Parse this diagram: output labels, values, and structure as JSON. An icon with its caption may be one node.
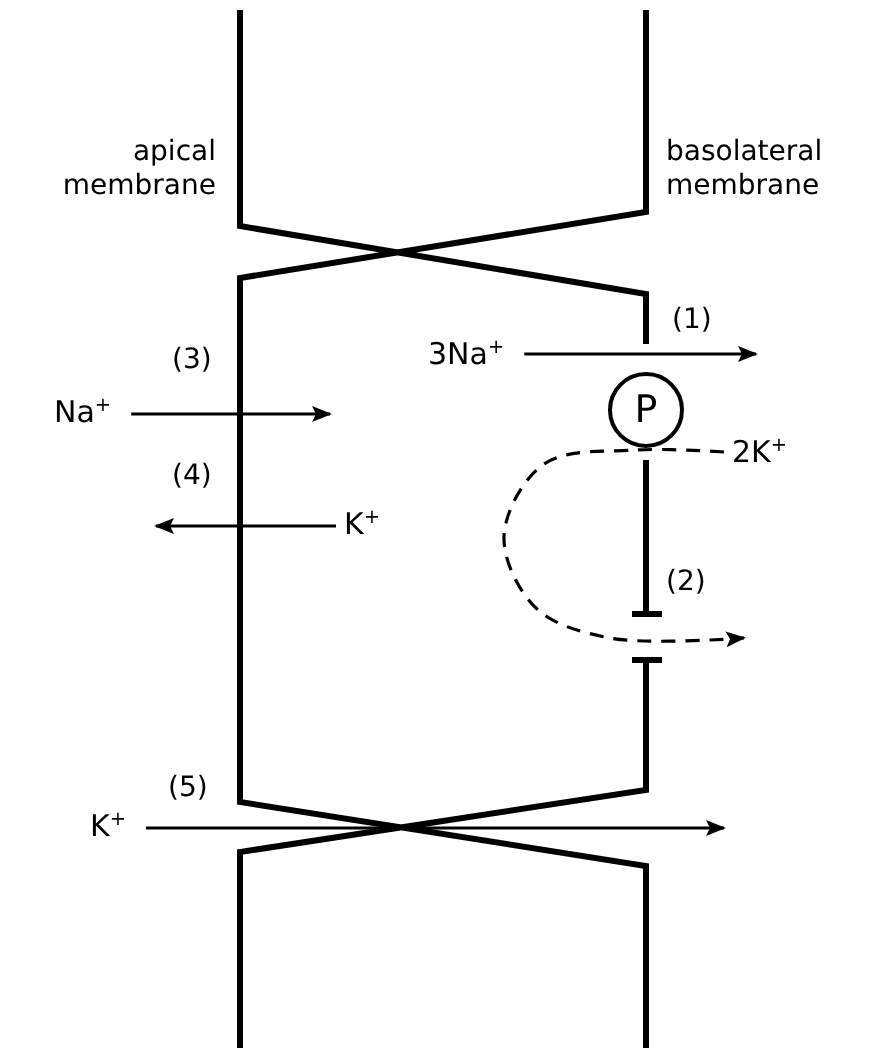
{
  "diagram": {
    "nodes": [
      {
        "text": [
          "3Na$^{+}$"
        ]
      },
      {
        "text": [
          "P"
        ]
      },
      {
        "text": [
          "Na$^{+}$"
        ]
      },
      {
        "text": [
          "2K$^{+}$"
        ]
      },
      {
        "text": [
          "K$^{+}$"
        ]
      },
      {
        "text": [
          "K$^{+}$"
        ]
      }
    ],
    "edges": [
      {
        "from": 0,
        "to": null,
        "arrow": "to"
      },
      {
        "from": 2,
        "to": null,
        "arrow": "to"
      },
      {
        "from": 4,
        "to": null,
        "arrow": "to"
      },
      {
        "from": 3,
        "to": null,
        "arrow": "to",
        "style": "dashed"
      },
      {
        "from": 5,
        "to": null,
        "arrow": "to"
      }
    ],
    "labels": [
      "apical membrane",
      "basolateral membrane",
      "(1)",
      "(3)",
      "(4)",
      "(2)",
      "(5)"
    ]
  }
}
